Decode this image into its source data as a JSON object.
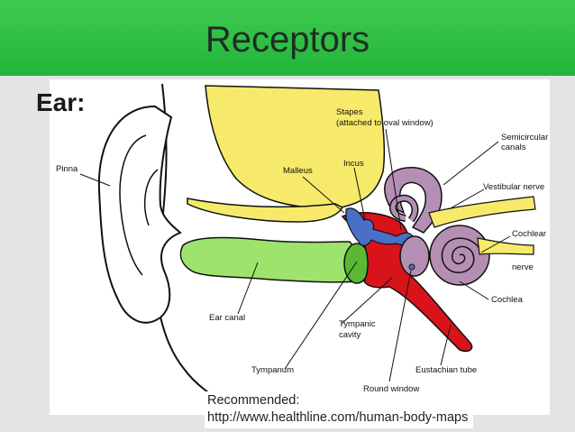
{
  "slide": {
    "title": "Receptors",
    "heading": "Ear:",
    "recommended_label": "Recommended:",
    "recommended_url": "http://www.healthline.com/human-body-maps"
  },
  "diagram": {
    "labels": {
      "pinna": "Pinna",
      "malleus": "Malleus",
      "incus": "Incus",
      "stapes_line1": "Stapes",
      "stapes_line2": "(attached to oval window)",
      "semicircular_line1": "Semicircular",
      "semicircular_line2": "canals",
      "vestibular_nerve": "Vestibular nerve",
      "cochlear_nerve_line1": "Cochlear",
      "cochlear_nerve_line2": "nerve",
      "cochlea": "Cochlea",
      "ear_canal": "Ear canal",
      "tympanic_line1": "Tympanic",
      "tympanic_line2": "cavity",
      "tympanum": "Tympanum",
      "eustachian_tube": "Eustachian tube",
      "round_window": "Round window"
    },
    "colors": {
      "title_bar": "#2fc044",
      "bone": "#f7ea6b",
      "ear_canal": "#9de36c",
      "eardrum": "#5bb833",
      "tympanic_cavity": "#d8141a",
      "ossicles": "#4a6fc8",
      "inner_ear": "#b58fb3",
      "nerve": "#f7ea6b"
    }
  }
}
